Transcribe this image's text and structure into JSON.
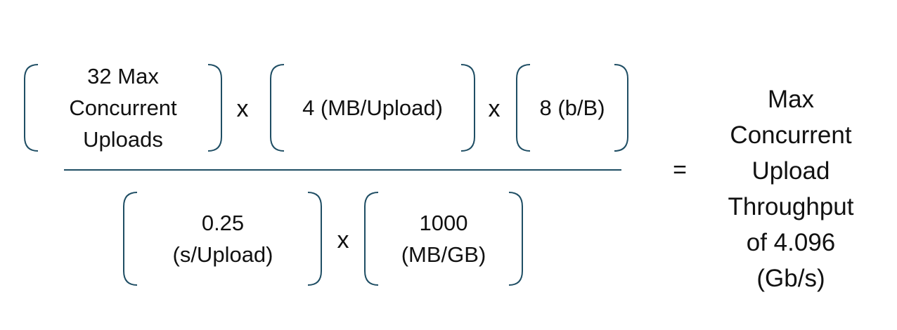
{
  "numerator": {
    "term1": "32 Max\nConcurrent\nUploads",
    "op1": "x",
    "term2": "4 (MB/Upload)",
    "op2": "x",
    "term3": "8 (b/B)"
  },
  "denominator": {
    "term1": "0.25\n(s/Upload)",
    "op1": "x",
    "term2": "1000\n(MB/GB)"
  },
  "equals": "=",
  "result": "Max\nConcurrent\nUpload\nThroughput\nof 4.096\n(Gb/s)",
  "colors": {
    "bracket": "#1f4e64",
    "text": "#111111"
  }
}
